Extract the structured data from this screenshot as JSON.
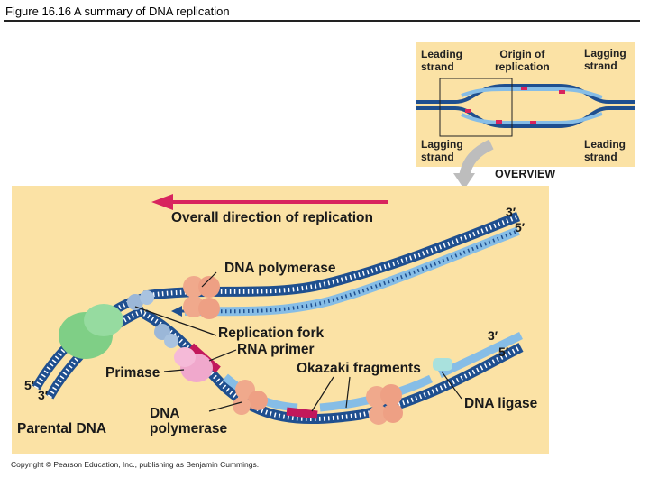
{
  "figure_title": "Figure 16.16 A summary of DNA replication",
  "copyright": "Copyright © Pearson Education, Inc., publishing as Benjamin Cummings.",
  "overview": {
    "heading": "OVERVIEW",
    "leading_strand_top": [
      "Leading",
      "strand"
    ],
    "origin": [
      "Origin of",
      "replication"
    ],
    "lagging_strand_top": [
      "Lagging",
      "strand"
    ],
    "lagging_strand_bottom": [
      "Lagging",
      "strand"
    ],
    "leading_strand_bottom": [
      "Leading",
      "strand"
    ]
  },
  "main": {
    "overall_direction": "Overall direction of replication",
    "dna_polymerase_top": "DNA polymerase",
    "replication_fork": "Replication fork",
    "rna_primer": "RNA primer",
    "primase": "Primase",
    "okazaki": "Okazaki fragments",
    "dna_polymerase_bottom": [
      "DNA",
      "polymerase"
    ],
    "dna_ligase": "DNA ligase",
    "parental_dna": "Parental DNA",
    "end_labels": {
      "top_3": "3′",
      "top_5": "5′",
      "mid_3": "3′",
      "mid_5": "5′",
      "left_5": "5′",
      "left_3": "3′"
    }
  },
  "colors": {
    "panel_bg": "#fbe2a5",
    "dark_strand": "#1f4f8f",
    "light_strand": "#86bde6",
    "arrow_red": "#d8245e",
    "primer": "#c2185b",
    "polymerase": "#f0a98c",
    "helicase": "#7fcf86",
    "primase": "#f0a8cc",
    "ligase": "#a9e1dd"
  }
}
